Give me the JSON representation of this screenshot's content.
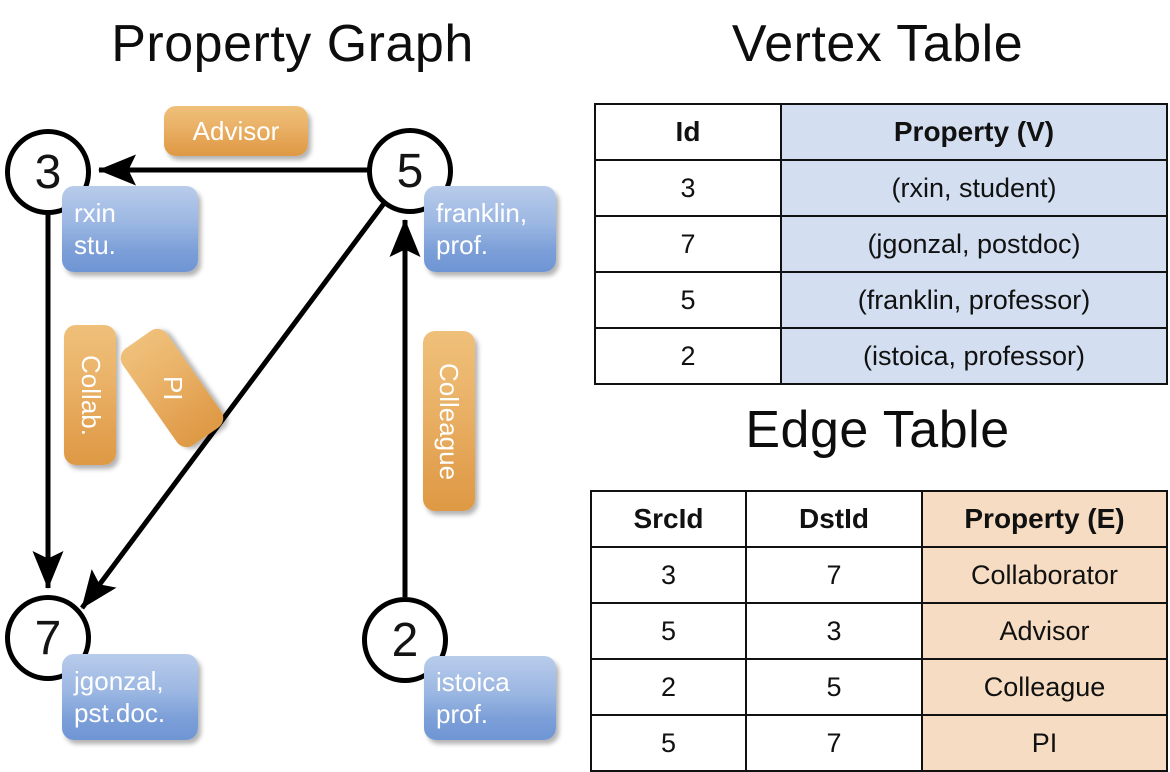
{
  "titles": {
    "graph": "Property Graph",
    "vertex": "Vertex Table",
    "edge": "Edge Table"
  },
  "colors": {
    "vertex_property_fill": "#d3dff1",
    "edge_property_fill": "#f6dcc2",
    "vertex_box_blue": "#7c9fd8",
    "edge_label_orange": "#e3a252",
    "stroke": "#000000",
    "background": "#ffffff"
  },
  "graph": {
    "nodes": [
      {
        "id": "3",
        "property_lines": [
          "rxin",
          "stu."
        ]
      },
      {
        "id": "5",
        "property_lines": [
          "franklin,",
          "prof."
        ]
      },
      {
        "id": "7",
        "property_lines": [
          "jgonzal,",
          "pst.doc."
        ]
      },
      {
        "id": "2",
        "property_lines": [
          "istoica",
          "prof."
        ]
      }
    ],
    "edge_labels": [
      {
        "text": "Advisor",
        "orientation": "horizontal"
      },
      {
        "text": "Collab.",
        "orientation": "vertical-cw"
      },
      {
        "text": "PI",
        "orientation": "diagonal"
      },
      {
        "text": "Colleague",
        "orientation": "vertical-cw"
      }
    ],
    "edges": [
      {
        "src": "5",
        "dst": "3",
        "label": "Advisor"
      },
      {
        "src": "3",
        "dst": "7",
        "label": "Collab."
      },
      {
        "src": "5",
        "dst": "7",
        "label": "PI"
      },
      {
        "src": "2",
        "dst": "5",
        "label": "Colleague"
      }
    ]
  },
  "vertex_table": {
    "headers": [
      "Id",
      "Property (V)"
    ],
    "rows": [
      {
        "id": "3",
        "property": "(rxin, student)"
      },
      {
        "id": "7",
        "property": "(jgonzal, postdoc)"
      },
      {
        "id": "5",
        "property": "(franklin, professor)"
      },
      {
        "id": "2",
        "property": "(istoica, professor)"
      }
    ]
  },
  "edge_table": {
    "headers": [
      "SrcId",
      "DstId",
      "Property (E)"
    ],
    "rows": [
      {
        "src": "3",
        "dst": "7",
        "property": "Collaborator"
      },
      {
        "src": "5",
        "dst": "3",
        "property": "Advisor"
      },
      {
        "src": "2",
        "dst": "5",
        "property": "Colleague"
      },
      {
        "src": "5",
        "dst": "7",
        "property": "PI"
      }
    ]
  }
}
